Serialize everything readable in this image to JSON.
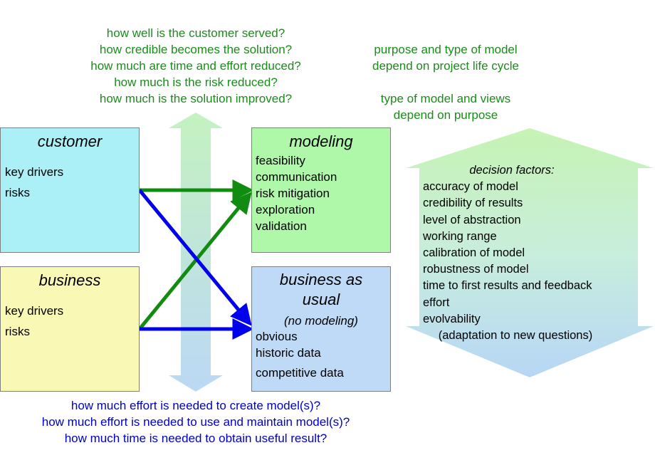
{
  "top_questions": [
    "how well is the customer served?",
    "how credible becomes the solution?",
    "how much are time and effort reduced?",
    "how much is the risk reduced?",
    "how much is the solution improved?"
  ],
  "purpose_notes": [
    "purpose and type of model",
    "depend on project life cycle",
    "",
    "type of model and views",
    "depend on purpose"
  ],
  "bottom_questions": [
    "how much effort is needed to create model(s)?",
    "how much effort is needed to use and maintain model(s)?",
    "how much time is needed to obtain useful result?"
  ],
  "customer": {
    "title": "customer",
    "items": [
      "key drivers",
      "risks"
    ]
  },
  "business": {
    "title": "business",
    "items": [
      "key drivers",
      "risks"
    ]
  },
  "modeling": {
    "title": "modeling",
    "items": [
      "feasibility",
      "communication",
      "risk mitigation",
      "exploration",
      "validation"
    ]
  },
  "business_as_usual": {
    "title_line1": "business as",
    "title_line2": "usual",
    "subtitle": "(no modeling)",
    "items": [
      "obvious",
      "historic data",
      "competitive data"
    ]
  },
  "decision_factors": {
    "title": "decision factors:",
    "items": [
      "accuracy of model",
      "credibility of results",
      "level of abstraction",
      "working range",
      "calibration of model",
      "robustness of model",
      "time to first results and feedback",
      "effort",
      "evolvability"
    ],
    "note": "(adaptation to new questions)"
  },
  "colors": {
    "green_text": "#1a8c1a",
    "blue_text": "#0000cc",
    "customer_fill": "#aaf0f6",
    "business_fill": "#f9f8b4",
    "modeling_fill": "#aff7a9",
    "business_as_usual_fill": "#bedaf6",
    "green_arrow": "#118c11",
    "blue_arrow": "#0000ee"
  }
}
